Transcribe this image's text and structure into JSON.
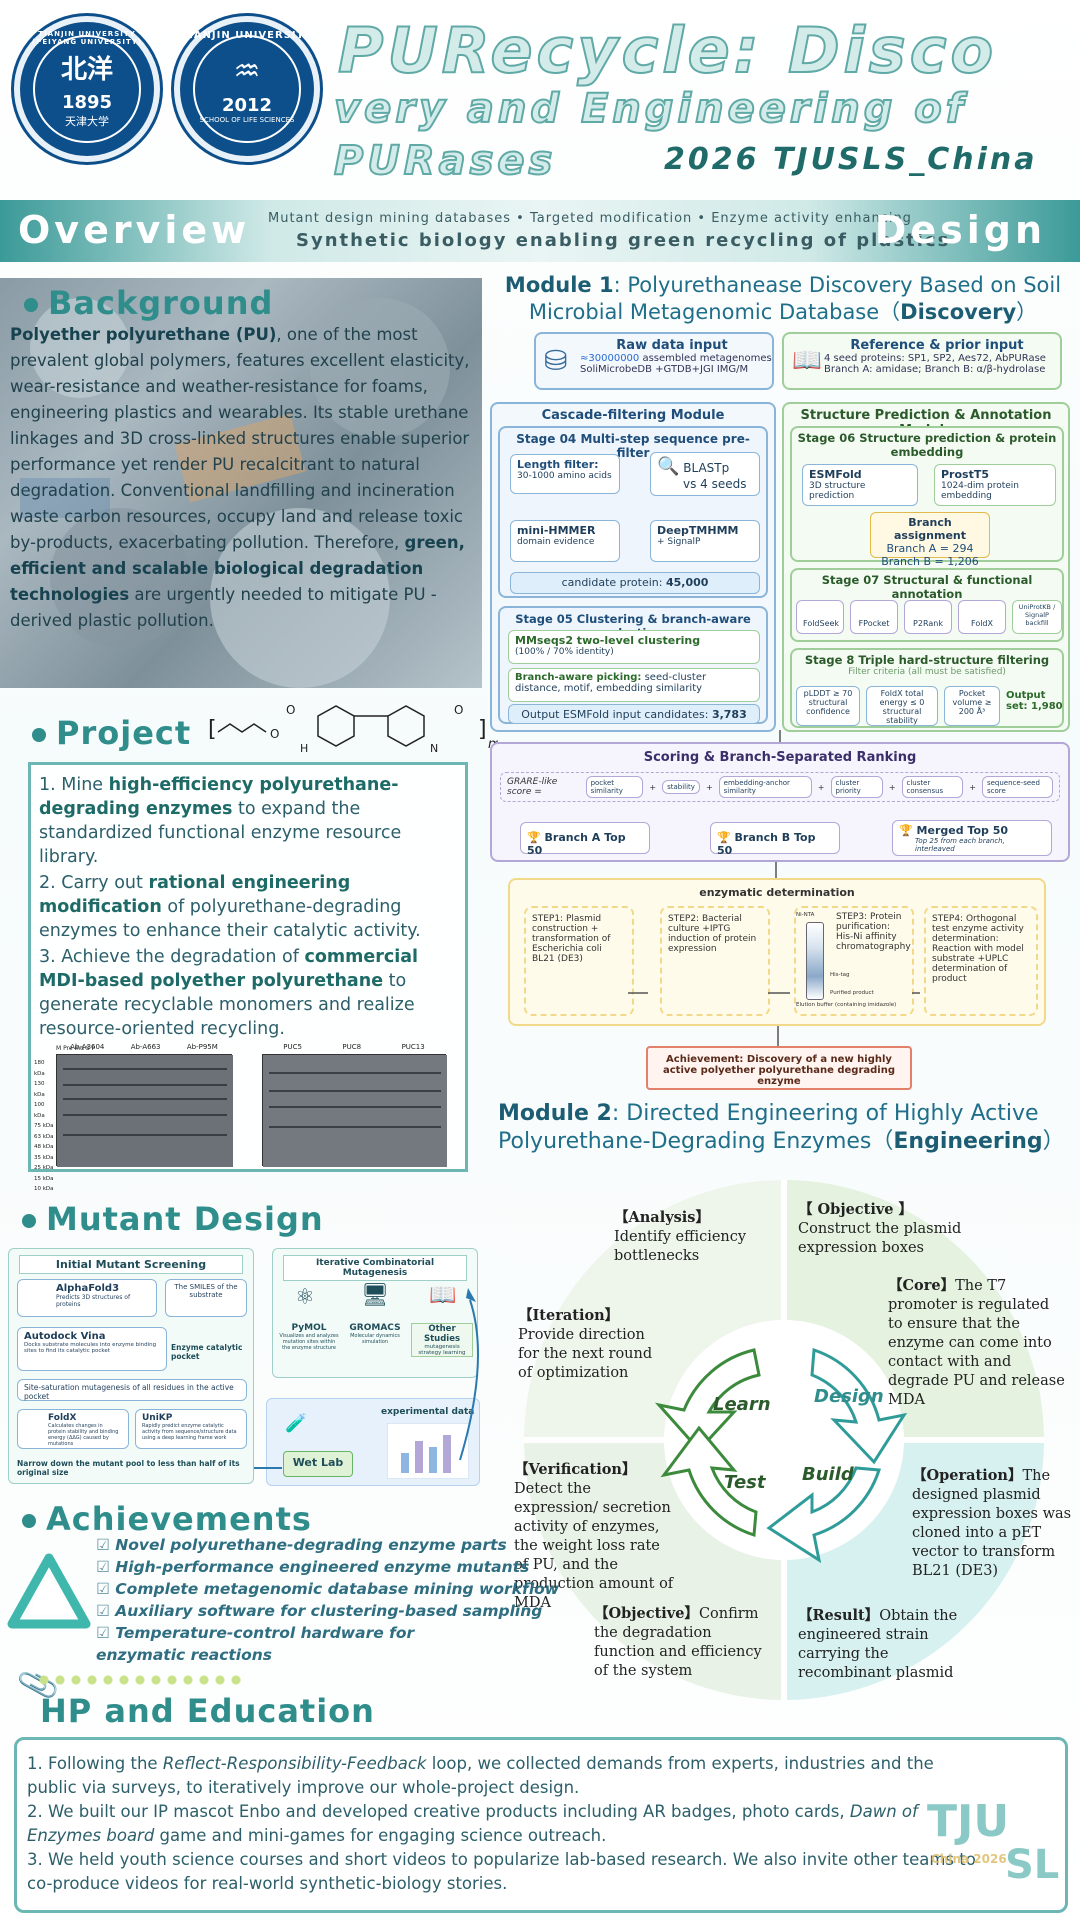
{
  "header": {
    "logo1_ring": "TIANJIN UNIVERSITY (PEIYANG UNIVERSITY)",
    "logo1_center": "北洋",
    "logo1_year": "1895",
    "logo1_bottom": "天津大学",
    "logo2_ring": "TIANJIN UNIVERSITY",
    "logo2_year": "2012",
    "logo2_bottom": "SCHOOL OF LIFE SCIENCES",
    "title_line1": "PURecycle: Disco",
    "title_line2": "very and Engineering of",
    "title_line3": "PURases",
    "team": "2026 TJUSLS_China"
  },
  "banner": {
    "left": "Overview",
    "right": "Design",
    "sub1": "Mutant design mining databases • Targeted modification • Enzyme activity enhancing",
    "sub2": "Synthetic biology enabling green recycling of plastics"
  },
  "background": {
    "heading": "Background",
    "p1_bold": "Polyether polyurethane (PU)",
    "p1": ", one of the most prevalent global polymers, features excellent elasticity, wear-resistance and weather-resistance for foams, engineering plastics and wearables. Its stable urethane linkages and 3D cross-linked structures enable superior performance yet render PU recalcitrant to natural degradation. Conventional landfilling and incineration waste carbon resources, occupy land and release toxic by-products, exacerbating pollution. Therefore, ",
    "p1_bold2": "green, efficient and scalable biological degradation technologies",
    "p1_end": " are urgently needed to mitigate PU -derived plastic pollution."
  },
  "project": {
    "heading": "Project",
    "i1a": "1. Mine ",
    "i1b": "high-efficiency polyurethane-degrading enzymes",
    "i1c": " to expand the standardized functional enzyme resource library.",
    "i2a": "2. Carry out ",
    "i2b": "rational engineering modification",
    "i2c": " of polyurethane-degrading enzymes to enhance their catalytic activity.",
    "i3a": "3. Achieve the degradation of ",
    "i3b": "commercial MDI-based polyether polyurethane",
    "i3c": " to generate recyclable monomers and realize resource-oriented recycling.",
    "subscript": "m",
    "gel1_labels": [
      "Ab-A3604",
      "Ab-A663",
      "Ab-P95M"
    ],
    "gel2_labels": [
      "PUC5",
      "PUC8",
      "PUC13"
    ],
    "gel_lanes": "M Pre Ind S P",
    "markers": [
      "180 kDa",
      "130 kDa",
      "100 kDa",
      "75 kDa",
      "63 kDa",
      "48 kDa",
      "35 kDa",
      "25 kDa",
      "15 kDa",
      "10 kDa"
    ]
  },
  "module1": {
    "title_prefix": "Module 1",
    "title_rest": ": Polyurethanease Discovery Based on Soil Microbial Metagenomic Database（",
    "title_bold": "Discovery",
    "title_end": "）",
    "raw_title": "Raw data input",
    "raw_line1a": "≈30000000",
    "raw_line1b": " assembled metagenomes",
    "raw_line2": "SoliMicrobeDB +GTDB+JGI IMG/M",
    "ref_title": "Reference & prior input",
    "ref_line1": "4 seed proteins: SP1, SP2, Aes72, AbPURase",
    "ref_line2": "Branch A: amidase; Branch B: α/β-hydrolase",
    "cascade_title": "Cascade-filtering Module",
    "stage04": "Stage 04 Multi-step sequence pre-filter",
    "length_filter": "Length filter:",
    "length_sub": "30-1000 amino acids",
    "blast": "BLASTp",
    "blast_sub": "vs 4 seeds",
    "hmmer": "mini-HMMER",
    "hmmer_sub": "domain evidence",
    "deeptm": "DeepTMHMM",
    "deeptm_sub": "+ SignalP",
    "candidate": "candidate protein: ",
    "candidate_n": "45,000",
    "stage05": "Stage 05 Clustering & branch-aware selection",
    "mmseqs": "MMseqs2 two-level clustering",
    "mmseqs_sub": "(100% / 70% identity)",
    "branch_pick": "Branch-aware picking:",
    "branch_pick_sub": " seed-cluster distance, motif, embedding similarity",
    "output_esm": "Output ESMFold input candidates: ",
    "output_esm_n": "3,783",
    "struct_title": "Structure Prediction & Annotation Module",
    "stage06": "Stage 06 Structure prediction & protein embedding",
    "esmfold": "ESMFold",
    "esmfold_sub": "3D structure prediction",
    "prost": "ProstT5",
    "prost_sub": "1024-dim protein embedding",
    "branch_assign": "Branch assignment",
    "branch_a": "Branch A = 294",
    "branch_b": "Branch B = 1,206",
    "stage07": "Stage 07 Structural & functional annotation",
    "tools": [
      "FoldSeek",
      "FPocket",
      "P2Rank",
      "FoldX",
      "UniProtKB / SignalP backfill"
    ],
    "stage8": "Stage 8 Triple hard-structure filtering",
    "stage8_sub": "Filter criteria (all must be satisfied)",
    "f1": "pLDDT ≥ 70 structural confidence",
    "f2": "FoldX total energy ≤ 0 structural stability",
    "f3": "Pocket volume ≥ 200 Å³",
    "output_set": "Output set: 1,980",
    "scoring_title": "Scoring & Branch-Separated Ranking",
    "grare": "GRARE-like score =",
    "terms": [
      "pocket similarity",
      "stability",
      "embedding-anchor similarity",
      "cluster priority",
      "cluster consensus",
      "sequence-seed score"
    ],
    "rank_a": "Branch A Top 50",
    "rank_b": "Branch B Top 50",
    "rank_m": "Merged Top 50",
    "rank_m_sub": "Top 25 from each branch, interleaved",
    "enz_title": "enzymatic determination",
    "step1": "STEP1: Plasmid construction + transformation of Escherichia coli BL21 (DE3)",
    "step2": "STEP2: Bacterial culture +IPTG induction of protein expression",
    "step3": "STEP3: Protein purification: His-Ni affinity chromatography",
    "step3_labels": [
      "Ni-NTA",
      "His-tag",
      "Purified product",
      "Elution buffer (containing imidazole)"
    ],
    "step4": "STEP4: Orthogonal test enzyme activity determination: Reaction with model substrate +UPLC determination of product",
    "achievement": "Achievement: Discovery of a new highly active polyether polyurethane degrading enzyme"
  },
  "module2": {
    "title_prefix": "Module 2",
    "title_rest": ": Directed Engineering of Highly Active Polyurethane-Degrading Enzymes（",
    "title_bold": "Engineering",
    "title_end": "）",
    "analysis_h": "【Analysis】",
    "analysis": "Identify efficiency bottlenecks",
    "objective1_h": "【 Objective 】",
    "objective1": "Construct  the plasmid expression boxes",
    "core_h": "【Core】",
    "core": "The T7 promoter is regulated to ensure that the enzyme can come into contact with and degrade PU and release MDA",
    "iteration_h": "【Iteration】",
    "iteration": "Provide direction for the next round of optimization",
    "verification_h": "【Verification】",
    "verification": "Detect the expression/ secretion activity of enzymes, the weight loss rate of PU, and the production amount of MDA",
    "operation_h": "【Operation】",
    "operation": "The designed plasmid expression boxes was cloned into a pET vector to transform BL21 (DE3)",
    "objective2_h": "【Objective】",
    "objective2": "Confirm the degradation function and efficiency of the  system",
    "result_h": "【Result】",
    "result": "Obtain the engineered strain carrying the recombinant plasmid",
    "cycle": [
      "Learn",
      "Design",
      "Build",
      "Test"
    ]
  },
  "mutant": {
    "heading": "Mutant Design",
    "init_title": "Initial  Mutant  Screening",
    "alphafold": "AlphaFold3",
    "alphafold_sub": "Predicts 3D structures of proteins",
    "smiles": "The SMILES of the substrate",
    "autodock": "Autodock Vina",
    "autodock_sub": "Docks substrate molecules into enzyme binding sites to find its catalytic pocket",
    "pocket": "Enzyme catalytic pocket",
    "saturation": "Site-saturation mutagenesis of all residues in the active pocket",
    "foldx": "FoldX",
    "foldx_sub": "Calculates changes in protein stability and binding energy (ΔΔG) caused by mutations",
    "unikp": "UniKP",
    "unikp_sub": "Rapidly predict enzyme catalytic activity from sequence/structure data using a deep learning frame work",
    "narrow": "Narrow down the mutant pool to less than half of its original size",
    "iter_title": "Iterative Combinatorial Mutagenesis",
    "pymol": "PyMOL",
    "pymol_sub": "Visualizes and analyzes mutation sites within the enzyme structure",
    "gromacs": "GROMACS",
    "gromacs_sub": "Molecular dynamics simulation",
    "other": "Other Studies",
    "other_sub": "mutagenesis strategy learning",
    "exp_data": "experimental data",
    "wetlab": "Wet Lab"
  },
  "achievements": {
    "heading": "Achievements",
    "items": [
      "Novel polyurethane-degrading enzyme parts",
      "High-performance engineered enzyme mutants",
      "Complete metagenomic database mining workflow",
      "Auxiliary software for clustering-based sampling",
      "Temperature-control hardware for enzymatic reactions"
    ]
  },
  "hp": {
    "heading": "HP and Education",
    "l1a": "1. Following the ",
    "l1b": "Reflect-Responsibility-Feedback",
    "l1c": " loop, we collected demands from experts, industries and the public via surveys, to iteratively improve our whole-project design.",
    "l2a": "2. We built our IP mascot Enbo and developed creative products including AR badges, photo cards, ",
    "l2b": "Dawn of Enzymes board",
    "l2c": " game and mini-games for engaging science outreach.",
    "l3": "3. We held youth science courses and short videos to popularize lab-based research. We also invite other teams to co-produce videos for real-world synthetic-biology stories.",
    "logo_tju": "TJU",
    "logo_sl": "SL",
    "logo_china": "China 2026"
  },
  "colors": {
    "teal": "#2f8d8b",
    "blue": "#1f6e8a",
    "navy": "#0d4f8b"
  }
}
